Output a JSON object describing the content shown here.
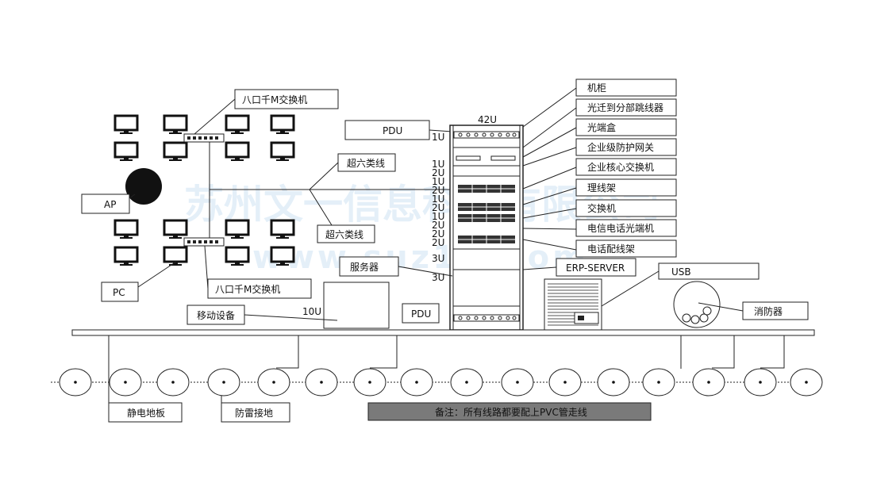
{
  "watermark": {
    "line1": "苏州文一信息科技有限公司",
    "line2": "www.suz1it.com"
  },
  "labels": {
    "switch8_top": "八口千M交换机",
    "switch8_bottom": "八口千M交换机",
    "ap": "AP",
    "pc": "PC",
    "cat6_top": "超六类线",
    "cat6_bottom": "超六类线",
    "pdu_top": "PDU",
    "pdu_bottom": "PDU",
    "server": "服务器",
    "mobile": "移动设备",
    "erp": "ERP-SERVER",
    "usb": "USB",
    "fire": "消防器",
    "static_floor": "静电地板",
    "lightning": "防雷接地",
    "note": "备注：所有线路都要配上PVC管走线",
    "mobile_units": "10U",
    "rack_total": "42U"
  },
  "rack_units": [
    "1U",
    "1U",
    "2U",
    "1U",
    "2U",
    "1U",
    "2U",
    "1U",
    "2U",
    "2U",
    "2U",
    "3U",
    "3U"
  ],
  "right_labels": [
    "机柜",
    "光迁到分部跳线器",
    "光端盒",
    "企业级防护网关",
    "企业核心交换机",
    "理线架",
    "交换机",
    "电信电话光端机",
    "电话配线架"
  ],
  "colors": {
    "note_bg": "#7a7a7a",
    "line": "#222222",
    "watermark": "#cfe3f4"
  }
}
